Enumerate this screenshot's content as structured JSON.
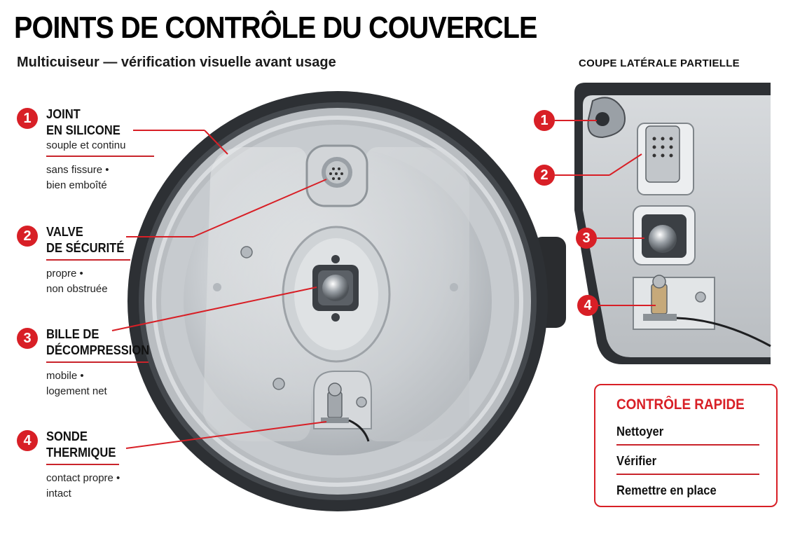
{
  "header": {
    "title": "POINTS DE CONTRÔLE DU COUVERCLE",
    "subtitle": "Multicuiseur — vérification visuelle avant usage"
  },
  "side_view": {
    "title": "COUPE LATÉRALE PARTIELLE"
  },
  "callouts": [
    {
      "num": "1",
      "title_l1": "JOINT",
      "title_l2": "EN SILICONE",
      "desc": "souple et continu",
      "note_l1": "sans fissure •",
      "note_l2": "bien emboîté"
    },
    {
      "num": "2",
      "title_l1": "VALVE",
      "title_l2": "DE SÉCURITÉ",
      "desc": "",
      "note_l1": "propre •",
      "note_l2": "non obstruée"
    },
    {
      "num": "3",
      "title_l1": "BILLE DE",
      "title_l2": "DÉCOMPRESSION",
      "desc": "",
      "note_l1": "mobile •",
      "note_l2": "logement net"
    },
    {
      "num": "4",
      "title_l1": "SONDE",
      "title_l2": "THERMIQUE",
      "desc": "",
      "note_l1": "contact propre •",
      "note_l2": "intact"
    }
  ],
  "quick_check": {
    "title": "CONTRÔLE RAPIDE",
    "items": [
      "Nettoyer",
      "Vérifier",
      "Remettre en place"
    ]
  },
  "colors": {
    "accent": "#d81f26",
    "text": "#111111"
  }
}
